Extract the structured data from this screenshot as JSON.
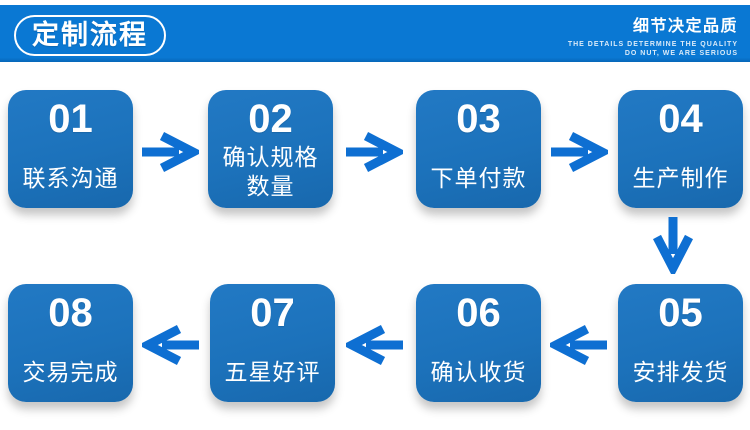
{
  "header": {
    "title": "定制流程",
    "slogan_cn": "细节决定品质",
    "slogan_en_line1": "THE DETAILS DETERMINE THE QUALITY",
    "slogan_en_line2": "DO NUT, WE ARE SERIOUS"
  },
  "colors": {
    "banner": "#0a78d3",
    "box": "#1c72bb",
    "arrow": "#0e6fd2",
    "text": "#ffffff"
  },
  "icons": {
    "flow": [
      "arrow-right-icon",
      "arrow-down-icon",
      "arrow-left-icon"
    ]
  },
  "steps": [
    {
      "number": "01",
      "label": "联系沟通"
    },
    {
      "number": "02",
      "label": "确认规格数量"
    },
    {
      "number": "03",
      "label": "下单付款"
    },
    {
      "number": "04",
      "label": "生产制作"
    },
    {
      "number": "05",
      "label": "安排发货"
    },
    {
      "number": "06",
      "label": "确认收货"
    },
    {
      "number": "07",
      "label": "五星好评"
    },
    {
      "number": "08",
      "label": "交易完成"
    }
  ]
}
